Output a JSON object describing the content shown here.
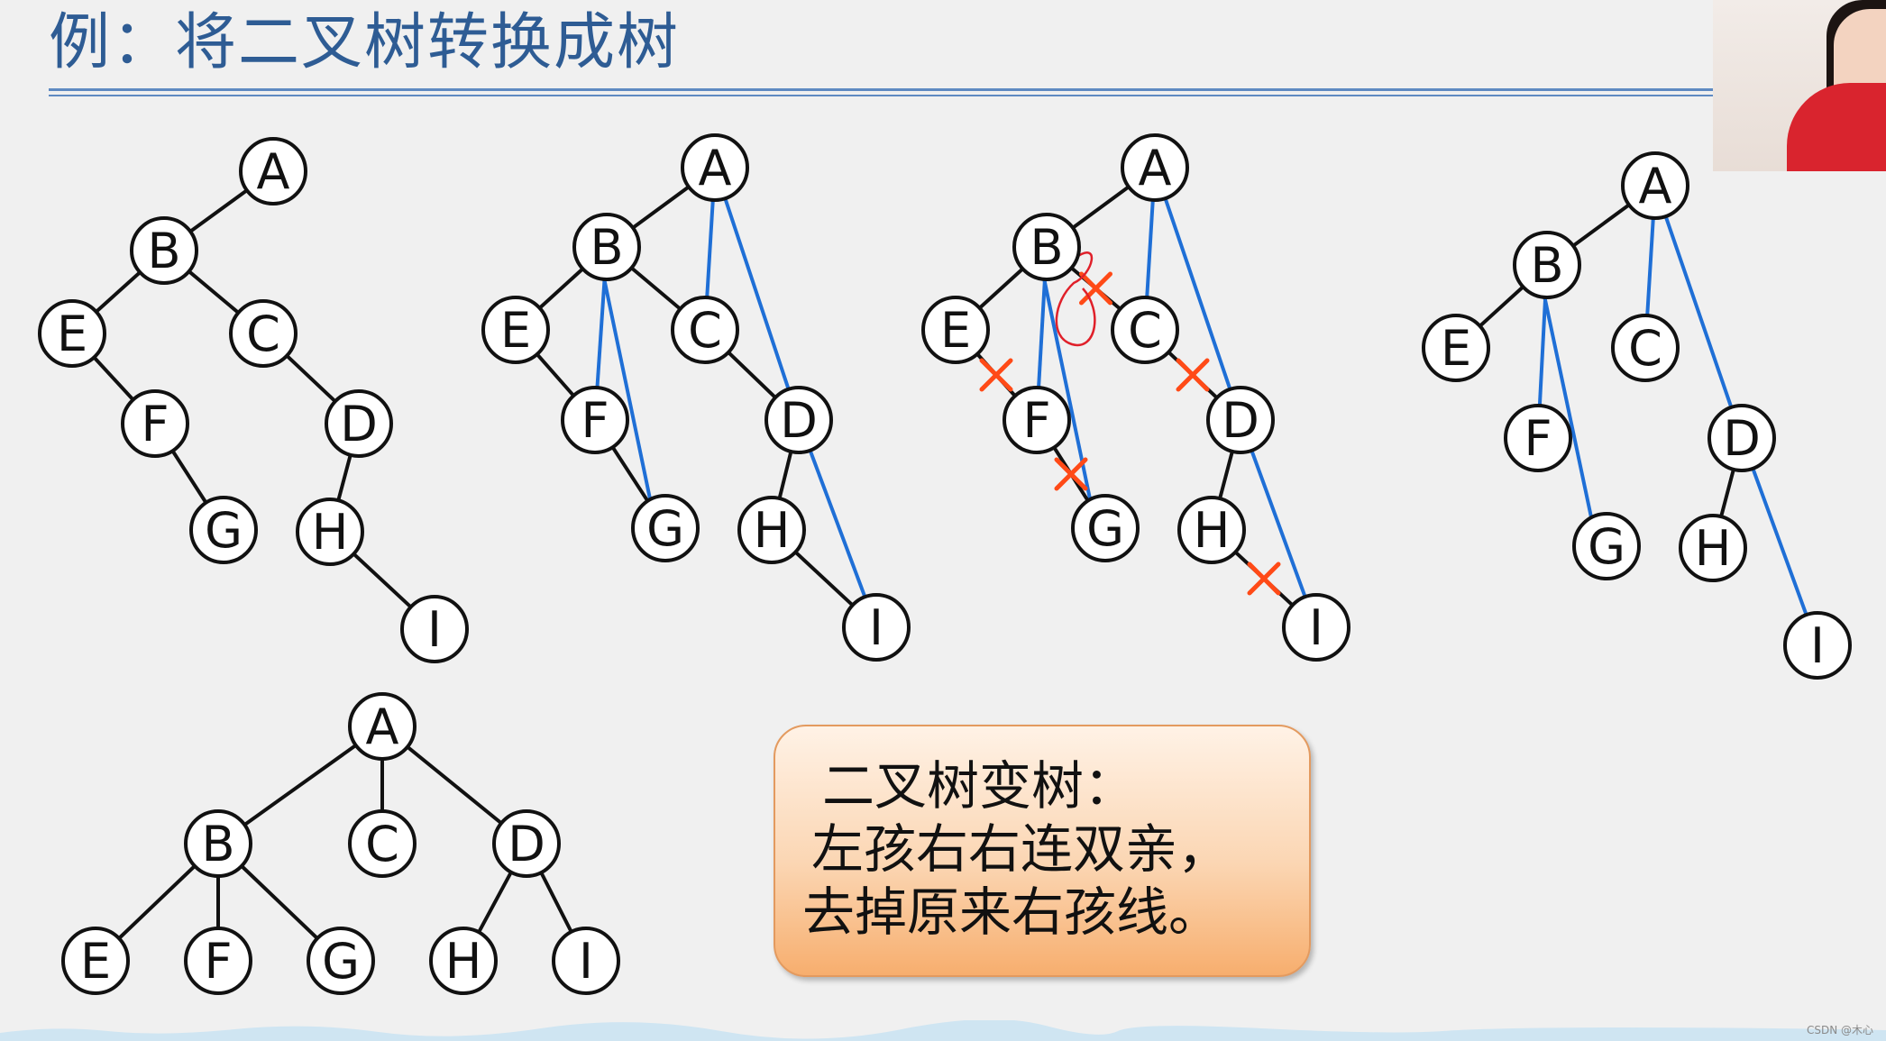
{
  "title": "例：将二叉树转换成树",
  "rule_box": {
    "line1": "二叉树变树：",
    "line2": "左孩右右连双亲，",
    "line3": "去掉原来右孩线。"
  },
  "node_labels": {
    "A": "A",
    "B": "B",
    "C": "C",
    "D": "D",
    "E": "E",
    "F": "F",
    "G": "G",
    "H": "H",
    "I": "I"
  },
  "watermark": "CSDN @木心",
  "colors": {
    "title": "#2e5c94",
    "rule_line": "#5f8ac2",
    "added_edge": "#1f6fd6",
    "removed_mark": "#ff4a17",
    "box_fill": "#f7ae6e",
    "box_border": "#e39a5f"
  }
}
